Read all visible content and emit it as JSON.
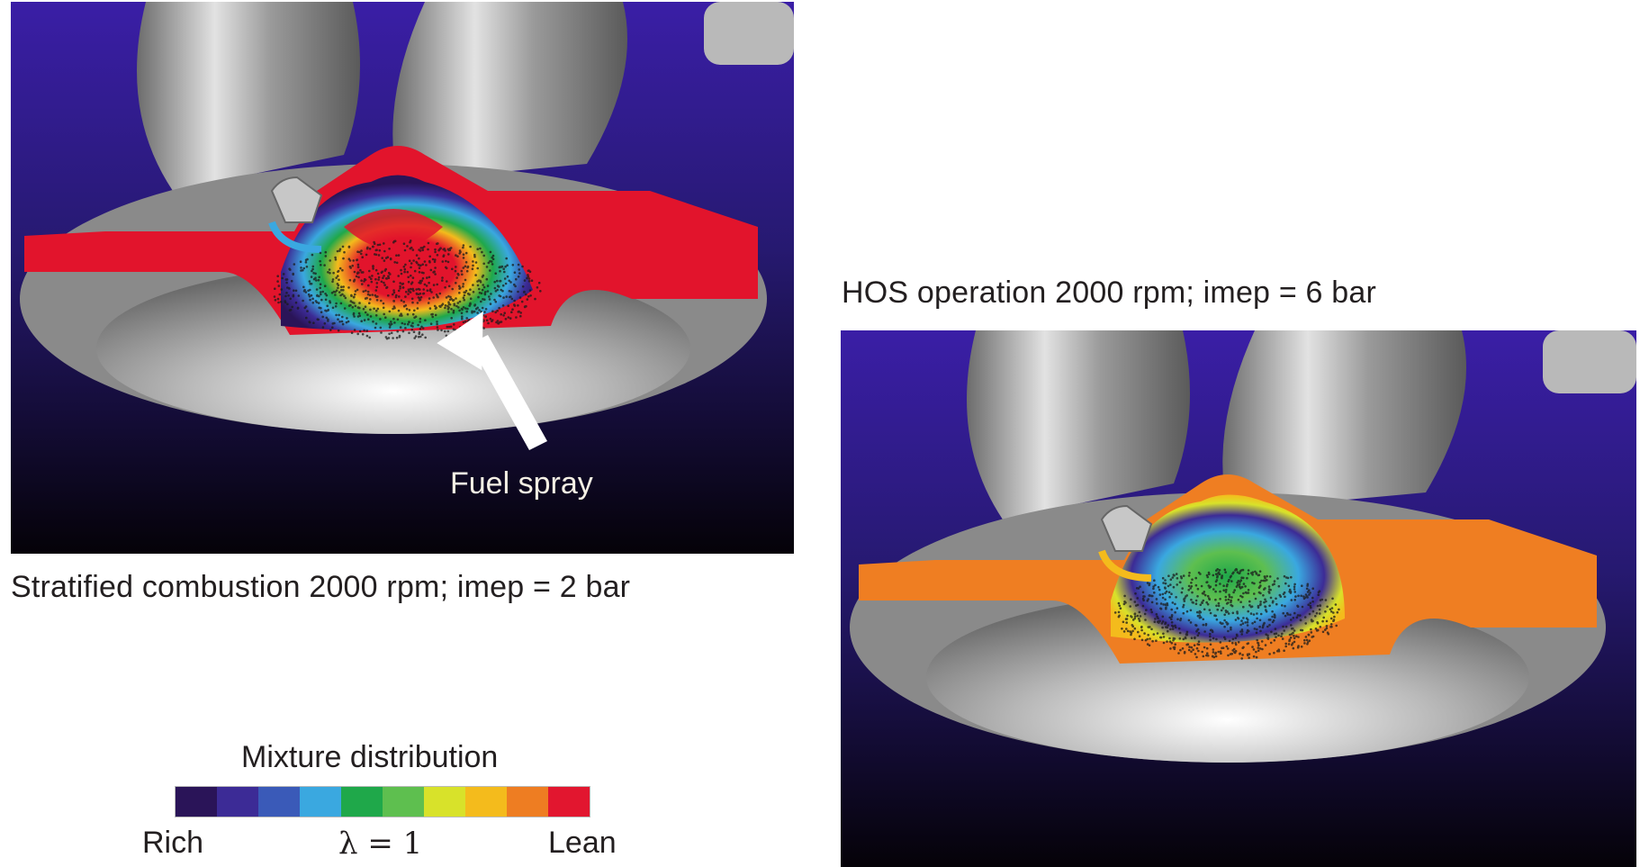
{
  "captions": {
    "stratified": "Stratified combustion 2000 rpm; imep = 2 bar",
    "hos": "HOS operation 2000 rpm; imep = 6 bar"
  },
  "annotation": {
    "fuel_spray": "Fuel spray"
  },
  "legend": {
    "title": "Mixture distribution",
    "rich": "Rich",
    "stoich": "λ = 1",
    "lean": "Lean",
    "colors": [
      "#2a1458",
      "#3c2b96",
      "#3a5ab8",
      "#3aa8e0",
      "#1fa84a",
      "#5ebf4f",
      "#d8e22a",
      "#f4bb1c",
      "#ee7d22",
      "#e2162f"
    ]
  },
  "panels": {
    "stratified": {
      "background_charge_color": "#e2142c"
    },
    "hos": {
      "background_charge_color": "#ef7e22"
    }
  }
}
